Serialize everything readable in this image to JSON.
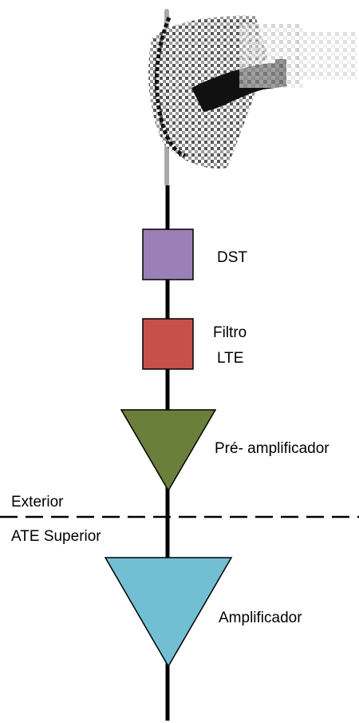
{
  "antenna": {
    "icon": "dish-antenna-icon"
  },
  "components": {
    "dst": {
      "label": "DST",
      "color": "#9b80b5"
    },
    "filter": {
      "label_line1": "Filtro",
      "label_line2": "LTE",
      "color": "#c8504a"
    },
    "preamp": {
      "label": "Pré- amplificador",
      "color": "#6a7f3a"
    },
    "amp": {
      "label": "Amplificador",
      "color": "#72bfd4"
    }
  },
  "boundary": {
    "above_label": "Exterior",
    "below_label": "ATE Superior"
  },
  "colors": {
    "signal_line": "#000000",
    "mast": "#a8a8a8",
    "boundary_line": "#000000"
  }
}
